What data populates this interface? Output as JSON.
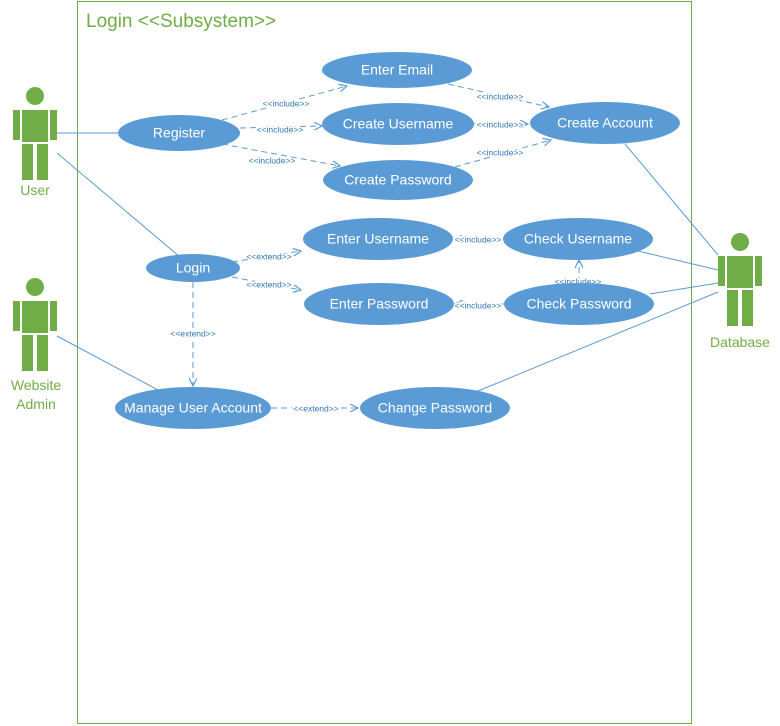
{
  "system": {
    "title": "Login <<Subsystem>>"
  },
  "colors": {
    "usecase_fill": "#5b9bd5",
    "usecase_text": "#ffffff",
    "line": "#5b9bd5",
    "label": "#2e74b5",
    "actor": "#70ad47",
    "boundary": "#70ad47"
  },
  "actors": [
    {
      "id": "user",
      "name": "User",
      "icon": "stick-figure-icon"
    },
    {
      "id": "admin",
      "name": "Website Admin",
      "lines": [
        "Website",
        "Admin"
      ],
      "icon": "stick-figure-icon"
    },
    {
      "id": "db",
      "name": "Database",
      "icon": "stick-figure-icon"
    }
  ],
  "use_cases": [
    {
      "id": "register",
      "label": "Register"
    },
    {
      "id": "enter_email",
      "label": "Enter Email"
    },
    {
      "id": "create_username",
      "label": "Create Username"
    },
    {
      "id": "create_password",
      "label": "Create Password"
    },
    {
      "id": "create_account",
      "label": "Create Account"
    },
    {
      "id": "login",
      "label": "Login"
    },
    {
      "id": "enter_username",
      "label": "Enter Username"
    },
    {
      "id": "enter_password",
      "label": "Enter Password"
    },
    {
      "id": "check_username",
      "label": "Check Username"
    },
    {
      "id": "check_password",
      "label": "Check Password"
    },
    {
      "id": "manage_user_account",
      "label": "Manage User Account"
    },
    {
      "id": "change_password",
      "label": "Change Password"
    }
  ],
  "relationships": [
    {
      "from": "register",
      "to": "enter_email",
      "label": "<<include>>"
    },
    {
      "from": "register",
      "to": "create_username",
      "label": "<<include>>"
    },
    {
      "from": "register",
      "to": "create_password",
      "label": "<<include>>"
    },
    {
      "from": "enter_email",
      "to": "create_account",
      "label": "<<include>>"
    },
    {
      "from": "create_username",
      "to": "create_account",
      "label": "<<include>>"
    },
    {
      "from": "create_password",
      "to": "create_account",
      "label": "<<include>>"
    },
    {
      "from": "login",
      "to": "enter_username",
      "label": "<<extend>>"
    },
    {
      "from": "login",
      "to": "enter_password",
      "label": "<<extend>>"
    },
    {
      "from": "check_username",
      "to": "enter_username",
      "label": "<<include>>"
    },
    {
      "from": "check_password",
      "to": "enter_password",
      "label": "<<include>>"
    },
    {
      "from": "check_password",
      "to": "check_username",
      "label": "<<include>>"
    },
    {
      "from": "login",
      "to": "manage_user_account",
      "label": "<<extend>>"
    },
    {
      "from": "manage_user_account",
      "to": "change_password",
      "label": "<<extend>>"
    }
  ],
  "associations": [
    {
      "actor": "user",
      "use_case": "register"
    },
    {
      "actor": "user",
      "use_case": "login"
    },
    {
      "actor": "admin",
      "use_case": "manage_user_account"
    },
    {
      "actor": "db",
      "use_case": "create_account"
    },
    {
      "actor": "db",
      "use_case": "check_username"
    },
    {
      "actor": "db",
      "use_case": "check_password"
    },
    {
      "actor": "db",
      "use_case": "change_password"
    }
  ]
}
